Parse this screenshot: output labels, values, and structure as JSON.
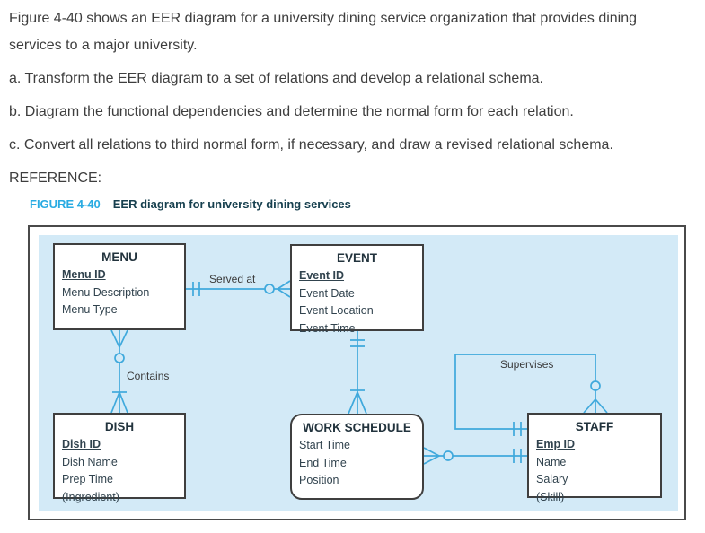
{
  "question": {
    "intro": "Figure 4-40 shows an EER diagram for a university dining service organization that provides dining services to a major university.",
    "item_a": "a. Transform the EER diagram to a set of relations and develop a relational schema.",
    "item_b": "b. Diagram the functional dependencies and determine the normal form for each relation.",
    "item_c": "c. Convert all relations to third normal form, if necessary, and draw a revised relational schema.",
    "reference_label": "REFERENCE:"
  },
  "figure": {
    "number": "FIGURE 4-40",
    "caption": "EER diagram for university dining services"
  },
  "diagram": {
    "entities": {
      "menu": {
        "title": "MENU",
        "pk": "Menu ID",
        "attributes": [
          "Menu Description",
          "Menu Type"
        ]
      },
      "event": {
        "title": "EVENT",
        "pk": "Event ID",
        "attributes": [
          "Event Date",
          "Event Location",
          "Event Time"
        ]
      },
      "dish": {
        "title": "DISH",
        "pk": "Dish ID",
        "attributes": [
          "Dish Name",
          "Prep Time",
          "(Ingredient)"
        ]
      },
      "work_schedule": {
        "title": "WORK SCHEDULE",
        "attributes": [
          "Start Time",
          "End Time",
          "Position"
        ]
      },
      "staff": {
        "title": "STAFF",
        "pk": "Emp ID",
        "attributes": [
          "Name",
          "Salary",
          "(Skill)"
        ]
      }
    },
    "relationships": {
      "served_at": "Served at",
      "contains": "Contains",
      "supervises": "Supervises"
    },
    "colors": {
      "line_blue": "#3fa9dc",
      "panel_background": "#d3eaf7",
      "figure_number_blue": "#29abe2",
      "entity_border": "#3f3f3f"
    }
  }
}
